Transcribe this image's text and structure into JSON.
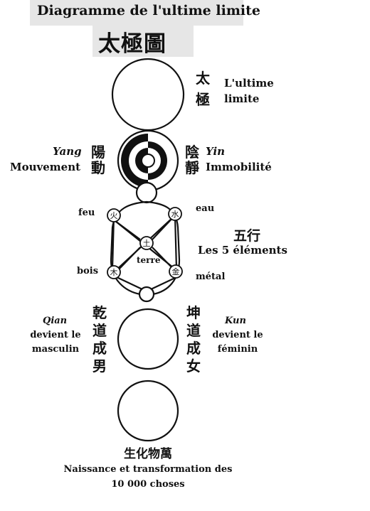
{
  "header": {
    "title": "Diagramme de l'ultime limite",
    "title_chinese": "太極圖"
  },
  "wuji": {
    "chars": [
      "太",
      "極"
    ],
    "text_lines": [
      "L'ultime",
      "limite"
    ]
  },
  "yinyang": {
    "yang_chars": [
      "陽",
      "動"
    ],
    "yang_name": "Yang",
    "yang_meaning": "Mouvement",
    "yin_chars": [
      "陰",
      "靜"
    ],
    "yin_name": "Yin",
    "yin_meaning": "Immobilité"
  },
  "five_elements": {
    "chars": "五行",
    "label": "Les 5 éléments",
    "fire": {
      "glyph": "火",
      "label": "feu"
    },
    "water": {
      "glyph": "水",
      "label": "eau"
    },
    "earth": {
      "glyph": "土",
      "label": "terre"
    },
    "wood": {
      "glyph": "木",
      "label": "bois"
    },
    "metal": {
      "glyph": "金",
      "label": "métal"
    }
  },
  "qian_kun": {
    "qian_chars": [
      "乾",
      "道",
      "成",
      "男"
    ],
    "qian_name": "Qian",
    "qian_lines": [
      "devient le",
      "masculin"
    ],
    "kun_chars": [
      "坤",
      "道",
      "成",
      "女"
    ],
    "kun_name": "Kun",
    "kun_lines": [
      "devient le",
      "féminin"
    ]
  },
  "bottom": {
    "chars": "生化物萬",
    "lines": [
      "Naissance et transformation des",
      "10 000 choses"
    ]
  },
  "colors": {
    "title_background": "#e6e6e6",
    "ink": "#111111",
    "paper": "#ffffff"
  }
}
